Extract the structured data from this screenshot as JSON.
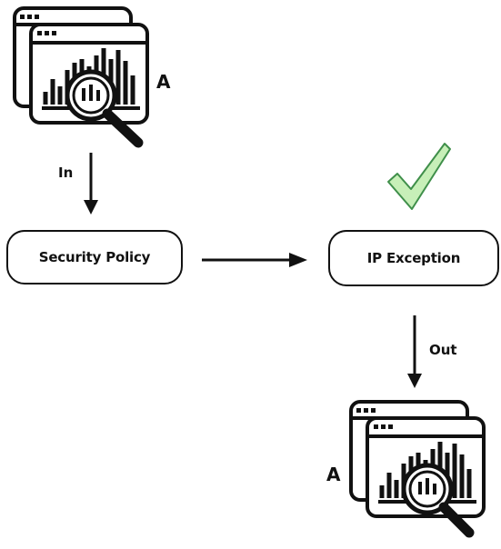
{
  "nodes": {
    "policy": "Security Policy",
    "exception": "IP Exception"
  },
  "edges": {
    "in_label": "In",
    "out_label": "Out"
  },
  "packets": {
    "input_label": "A",
    "output_label": "A"
  },
  "icons": {
    "packet": "analytics-window-magnifier-icon",
    "check": "checkmark-icon"
  },
  "colors": {
    "stroke": "#111111",
    "check_fill": "#c7efb8",
    "check_stroke": "#3f8f4a"
  }
}
